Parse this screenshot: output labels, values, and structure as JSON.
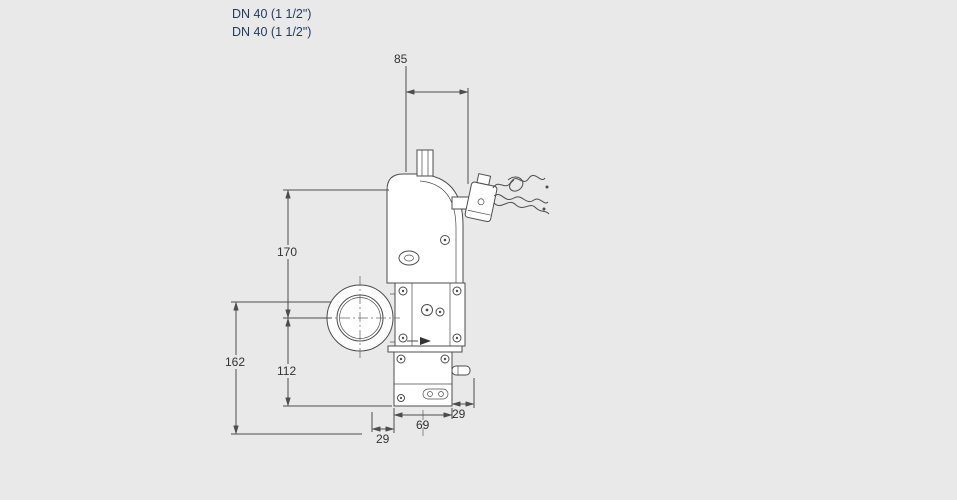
{
  "page": {
    "background": "#e9e9e9",
    "line_color": "#4d4d4d",
    "label_color": "#1f3a5f",
    "dimension_text_color": "#333333"
  },
  "header": {
    "variant_labels": [
      "DN 40 (1 1/2\")",
      "DN 40 (1 1/2\")"
    ]
  },
  "dimensions": {
    "top_offset": "85",
    "upper_height": "170",
    "left_total_height": "162",
    "lower_height": "112",
    "bottom_left_width": "29",
    "bottom_center_width": "69",
    "bottom_right_width": "29"
  }
}
